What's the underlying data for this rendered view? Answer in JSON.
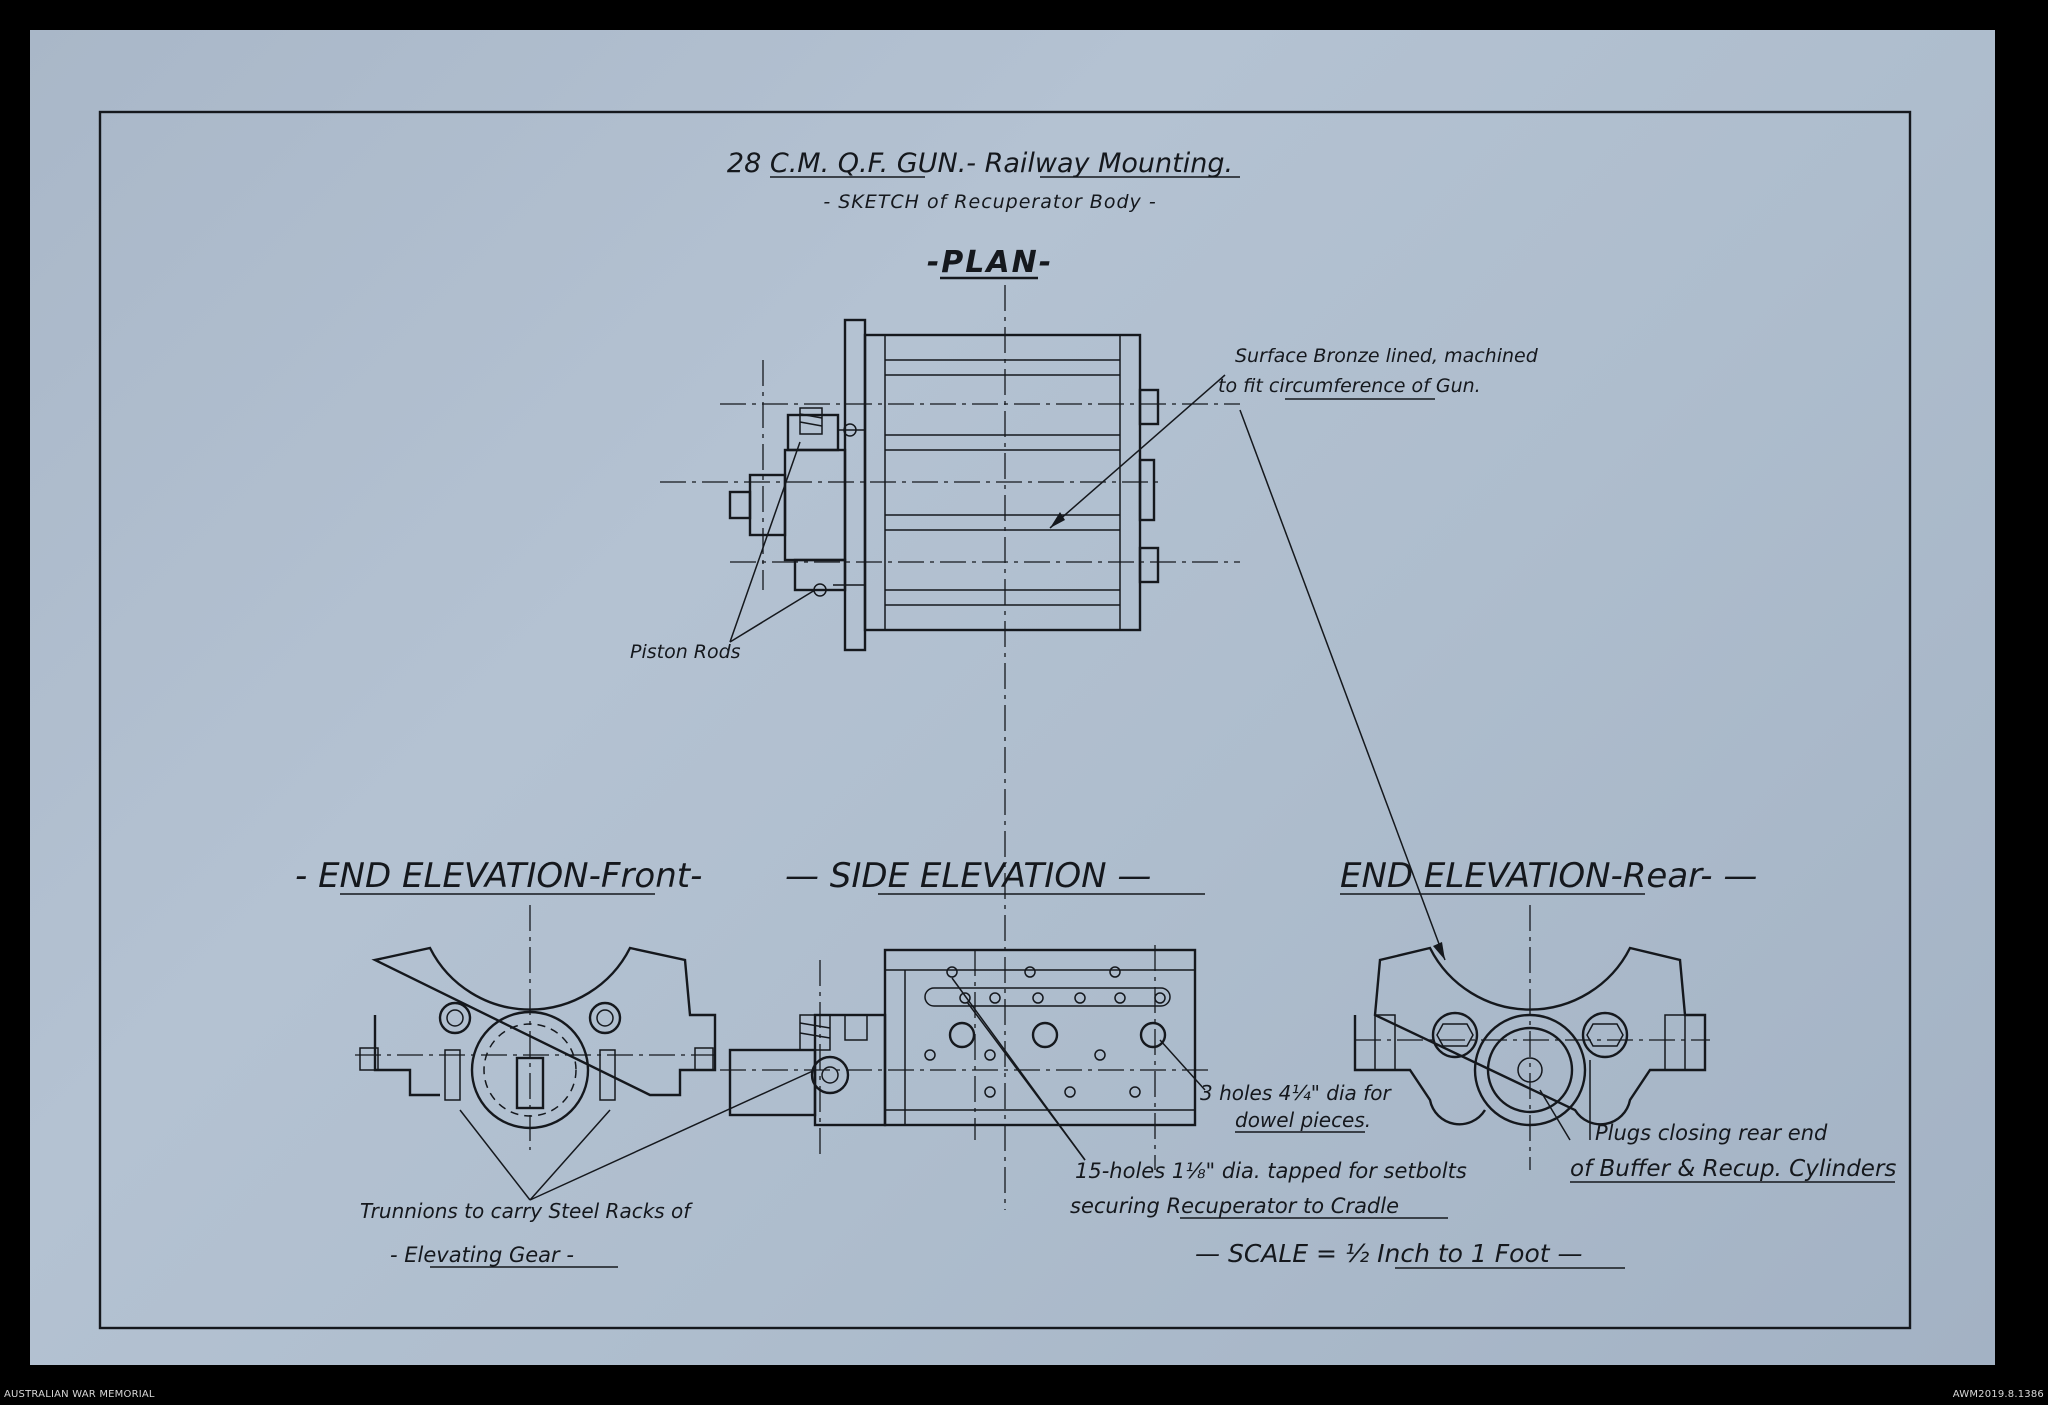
{
  "title": {
    "main": "28 C.M. Q.F. GUN.- Railway Mounting.",
    "sub": "- SKETCH of Recuperator Body -"
  },
  "views": {
    "plan": "-PLAN-",
    "end_front": "- END ELEVATION-Front-",
    "side": "— SIDE ELEVATION —",
    "end_rear": "END ELEVATION-Rear- —"
  },
  "notes": {
    "surface_1": "Surface Bronze lined, machined",
    "surface_2": "to fit circumference of Gun.",
    "piston_rods": "Piston Rods",
    "dowel_1": "3 holes 4¼\" dia for",
    "dowel_2": "dowel pieces.",
    "setbolts_1": "15-holes 1⅛\" dia. tapped for setbolts",
    "setbolts_2": "securing Recuperator to Cradle",
    "plugs_1": "Plugs closing rear end",
    "plugs_2": "of Buffer & Recup. Cylinders",
    "trunnions_1": "Trunnions  to carry Steel Racks of",
    "trunnions_2": "- Elevating Gear -",
    "scale": "— SCALE = ½ Inch to 1 Foot —"
  },
  "caption": {
    "left": "AUSTRALIAN WAR MEMORIAL",
    "right": "AWM2019.8.1386"
  },
  "colors": {
    "paper": "#adbccd",
    "ink": "#15181d",
    "background": "#000000"
  }
}
